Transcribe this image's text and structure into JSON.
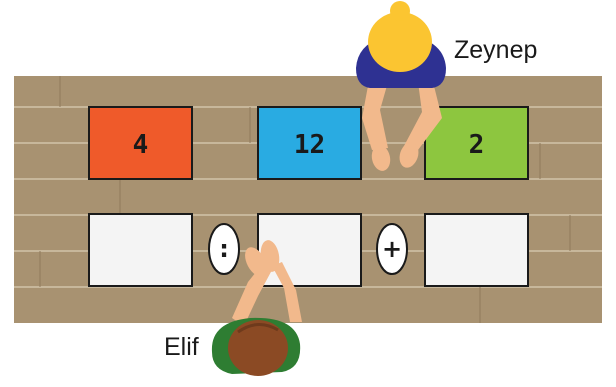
{
  "players": {
    "top": {
      "name": "Zeynep"
    },
    "bottom": {
      "name": "Elif"
    }
  },
  "cards": [
    {
      "value": "4",
      "color": "#ef5a2a"
    },
    {
      "value": "12",
      "color": "#29abe2"
    },
    {
      "value": "2",
      "color": "#8dc63f"
    }
  ],
  "slots": [
    {
      "value": ""
    },
    {
      "value": ""
    },
    {
      "value": ""
    }
  ],
  "operators": [
    {
      "symbol": ":"
    },
    {
      "symbol": "+"
    }
  ],
  "colors": {
    "table": "#a89271",
    "plank_line": "#c7b79b",
    "slot": "#f4f4f4",
    "zeynep_shirt": "#2e3192",
    "zeynep_hair": "#fbc531",
    "elif_shirt": "#2e7d32",
    "elif_hair": "#8b4a24",
    "skin": "#f2b98c"
  }
}
